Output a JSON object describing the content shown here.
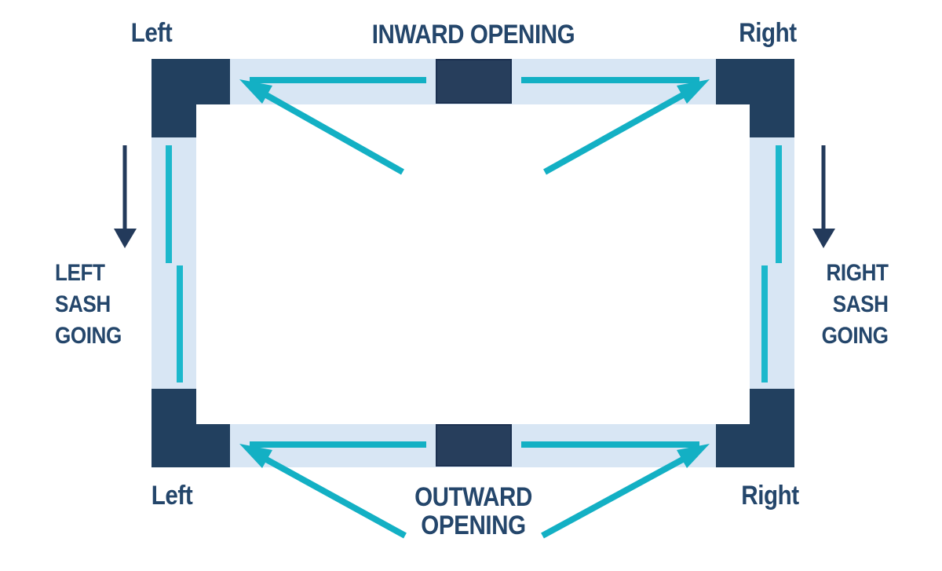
{
  "diagram_title": "Window sash opening configuration diagram",
  "labels": {
    "top_left": "Left",
    "top_center": "INWARD OPENING",
    "top_right": "Right",
    "bottom_left": "Left",
    "bottom_center": "OUTWARD OPENING",
    "bottom_right": "Right",
    "left_side": "LEFT\nSASH\nGOING",
    "right_side": "RIGHT\nSASH\nGOING"
  },
  "icons": {
    "swing_top_left": "inward-opening-left-sash-swing",
    "swing_top_right": "inward-opening-right-sash-swing",
    "swing_bottom_left": "outward-opening-left-sash-swing",
    "swing_bottom_right": "outward-opening-right-sash-swing",
    "arrow_left": "down-arrow",
    "arrow_right": "down-arrow"
  },
  "colors": {
    "background": "#ffffff",
    "frame_blue": "#d8e6f4",
    "navy": "#22405f",
    "navy_mullion": "#273e5c",
    "navy_dark": "#1b3050",
    "navy_arrow": "#233a5b",
    "navy_text": "#24466b",
    "teal": "#13b0c4",
    "teal_light": "#1cb8cc"
  }
}
